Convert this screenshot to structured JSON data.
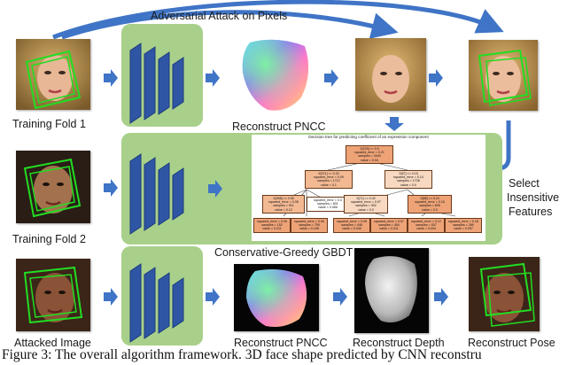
{
  "labels": {
    "adversarial_attack": "Adversarial Attack on Pixels",
    "training_fold_1": "Training Fold 1",
    "training_fold_2": "Training Fold 2",
    "attacked_image": "Attacked Image",
    "reconstruct_pncc_top": "Reconstruct PNCC",
    "reconstruct_pncc_bottom": "Reconstruct PNCC",
    "reconstruct_depth": "Reconstruct Depth",
    "reconstruct_pose": "Reconstruct Pose",
    "conservative_greedy": "Conservative-Greedy GBDT",
    "select_line1": "Select",
    "select_line2": "Insensitive",
    "select_line3": "Features"
  },
  "caption": "Figure 3: The overall algorithm framework. 3D face shape predicted by CNN reconstru",
  "tree": {
    "title": "Decision tree for predicting coefficient of an expression component",
    "nodes": [
      "X[229] <= 0.0\nsquared_error = 0.21\nsamples = 3440\nvalue = 0.04",
      "X[371] <= 0.32\nsquared_error = 0.09\nsamples = 1712\nvalue = 0.1",
      "X[57] <= 0.15\nsquared_error = 0.14\nsamples = 1728\nvalue = 0.0",
      "X[308] <= 0.55\nsquared_error = 0.06\nsamples = 911\nvalue = 0.12",
      "squared_error = 0.0\nsamples = 801\nvalue = 0.066",
      "X[71] <= 0.42\nsquared_error = 0.07\nsamples = 902\nvalue = 0.0",
      "X[88] <= 0.24\nsquared_error = 0.16\nsamples = 826\nvalue = 0.0",
      "squared_error = 0.06\nsamples = 152\nvalue = 0.011",
      "squared_error = 0.06\nsamples = 759\nvalue = 0.198",
      "squared_error = 0.05\nsamples = 448\nvalue = 0.040",
      "squared_error = 0.07\nsamples = 454\nvalue = 0.011",
      "squared_error = 0.12\nsamples = 537\nvalue = 0.004",
      "squared_error = 0.18\nsamples = 289\nvalue = 0.057"
    ]
  },
  "colors": {
    "arrow": "#3f74c6",
    "panel": "#a8d08a",
    "cnn_block": "#2f55a5",
    "bbox": "#22dd22",
    "node_dark": "#eea377",
    "node_light": "#f8d8c0"
  }
}
